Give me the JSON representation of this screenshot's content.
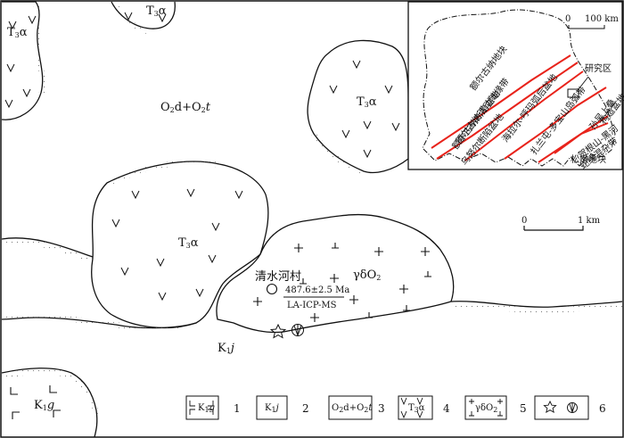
{
  "map": {
    "units": {
      "t3a_main": "T",
      "t3a_main_sub": "3",
      "t3a_main_tail": "α",
      "t3a_topleft": "T",
      "t3a_topleft_sub": "3",
      "t3a_topleft_tail": "α",
      "t3a_topcenter": "T",
      "t3a_topcenter_sub": "3",
      "t3a_topcenter_tail": "α",
      "t3a_right": "T",
      "t3a_right_sub": "3",
      "t3a_right_tail": "α",
      "o2d_a": "O",
      "o2d_a_sub": "2",
      "o2d_a_tail": "d+O",
      "o2d_b_sub": "2",
      "o2d_b_tail": "t",
      "gd_label": "γδO",
      "gd_sub": "2",
      "k1j": "K",
      "k1j_sub": "1",
      "k1j_tail": "j",
      "k1g": "K",
      "k1g_sub": "1",
      "k1g_tail": "g"
    },
    "village": "清水河村",
    "age": "487.6±2.5 Ma",
    "method": "LA-ICP-MS"
  },
  "scale": {
    "main_zero": "0",
    "main_km": "1 km",
    "inset_zero": "0",
    "inset_km": "100 km"
  },
  "inset": {
    "research_area": "研究区",
    "labels": [
      "额尔古纳地块",
      "额尔古纳活动陆缘带",
      "额尔古纳断陷盆地",
      "海拉尔-呼玛弧后盆地",
      "扎兰屯-多宝山岛弧带",
      "乌努尔断陷盆地",
      "孙吴上叠",
      "构造盆地",
      "贺根山-黑河",
      "蛇绿混杂带",
      "松嫩地块"
    ]
  },
  "legend": {
    "items": [
      {
        "num": "1",
        "label": "K",
        "sub": "1",
        "tail": "g"
      },
      {
        "num": "2",
        "label": "K",
        "sub": "1",
        "tail": "j"
      },
      {
        "num": "3",
        "label": "O",
        "sub": "2",
        "tail": "d+O",
        "sub2": "2",
        "tail2": "t"
      },
      {
        "num": "4",
        "label": "T",
        "sub": "3",
        "tail": "α"
      },
      {
        "num": "5",
        "label": "γδO",
        "sub": "2",
        "tail": ""
      },
      {
        "num": "6",
        "label": "",
        "sub": "",
        "tail": ""
      }
    ]
  },
  "colors": {
    "ink": "#111111",
    "fault_red": "#e8231b"
  }
}
